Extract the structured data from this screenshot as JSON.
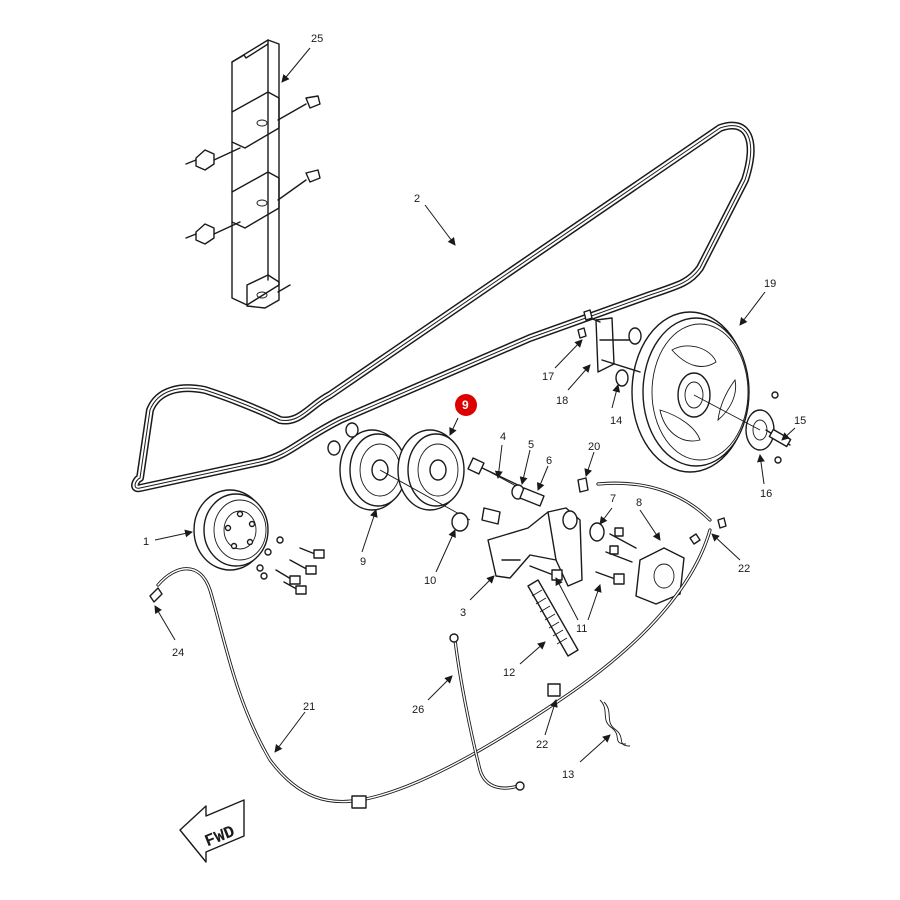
{
  "callouts": [
    {
      "id": "c1",
      "label": "1"
    },
    {
      "id": "c2",
      "label": "2"
    },
    {
      "id": "c3",
      "label": "3"
    },
    {
      "id": "c4",
      "label": "4"
    },
    {
      "id": "c5",
      "label": "5"
    },
    {
      "id": "c6",
      "label": "6"
    },
    {
      "id": "c7",
      "label": "7"
    },
    {
      "id": "c8",
      "label": "8"
    },
    {
      "id": "c9a",
      "label": "9"
    },
    {
      "id": "c9b",
      "label": "9"
    },
    {
      "id": "c10",
      "label": "10"
    },
    {
      "id": "c11",
      "label": "11"
    },
    {
      "id": "c12",
      "label": "12"
    },
    {
      "id": "c13",
      "label": "13"
    },
    {
      "id": "c14",
      "label": "14"
    },
    {
      "id": "c15",
      "label": "15"
    },
    {
      "id": "c16",
      "label": "16"
    },
    {
      "id": "c17",
      "label": "17"
    },
    {
      "id": "c18",
      "label": "18"
    },
    {
      "id": "c19",
      "label": "19"
    },
    {
      "id": "c20",
      "label": "20"
    },
    {
      "id": "c21",
      "label": "21"
    },
    {
      "id": "c22a",
      "label": "22"
    },
    {
      "id": "c22b",
      "label": "22"
    },
    {
      "id": "c24",
      "label": "24"
    },
    {
      "id": "c25",
      "label": "25"
    },
    {
      "id": "c26",
      "label": "26"
    }
  ],
  "highlight": {
    "label": "9",
    "color": "#dd0000"
  },
  "fwd_arrow": {
    "label": "FWD"
  }
}
